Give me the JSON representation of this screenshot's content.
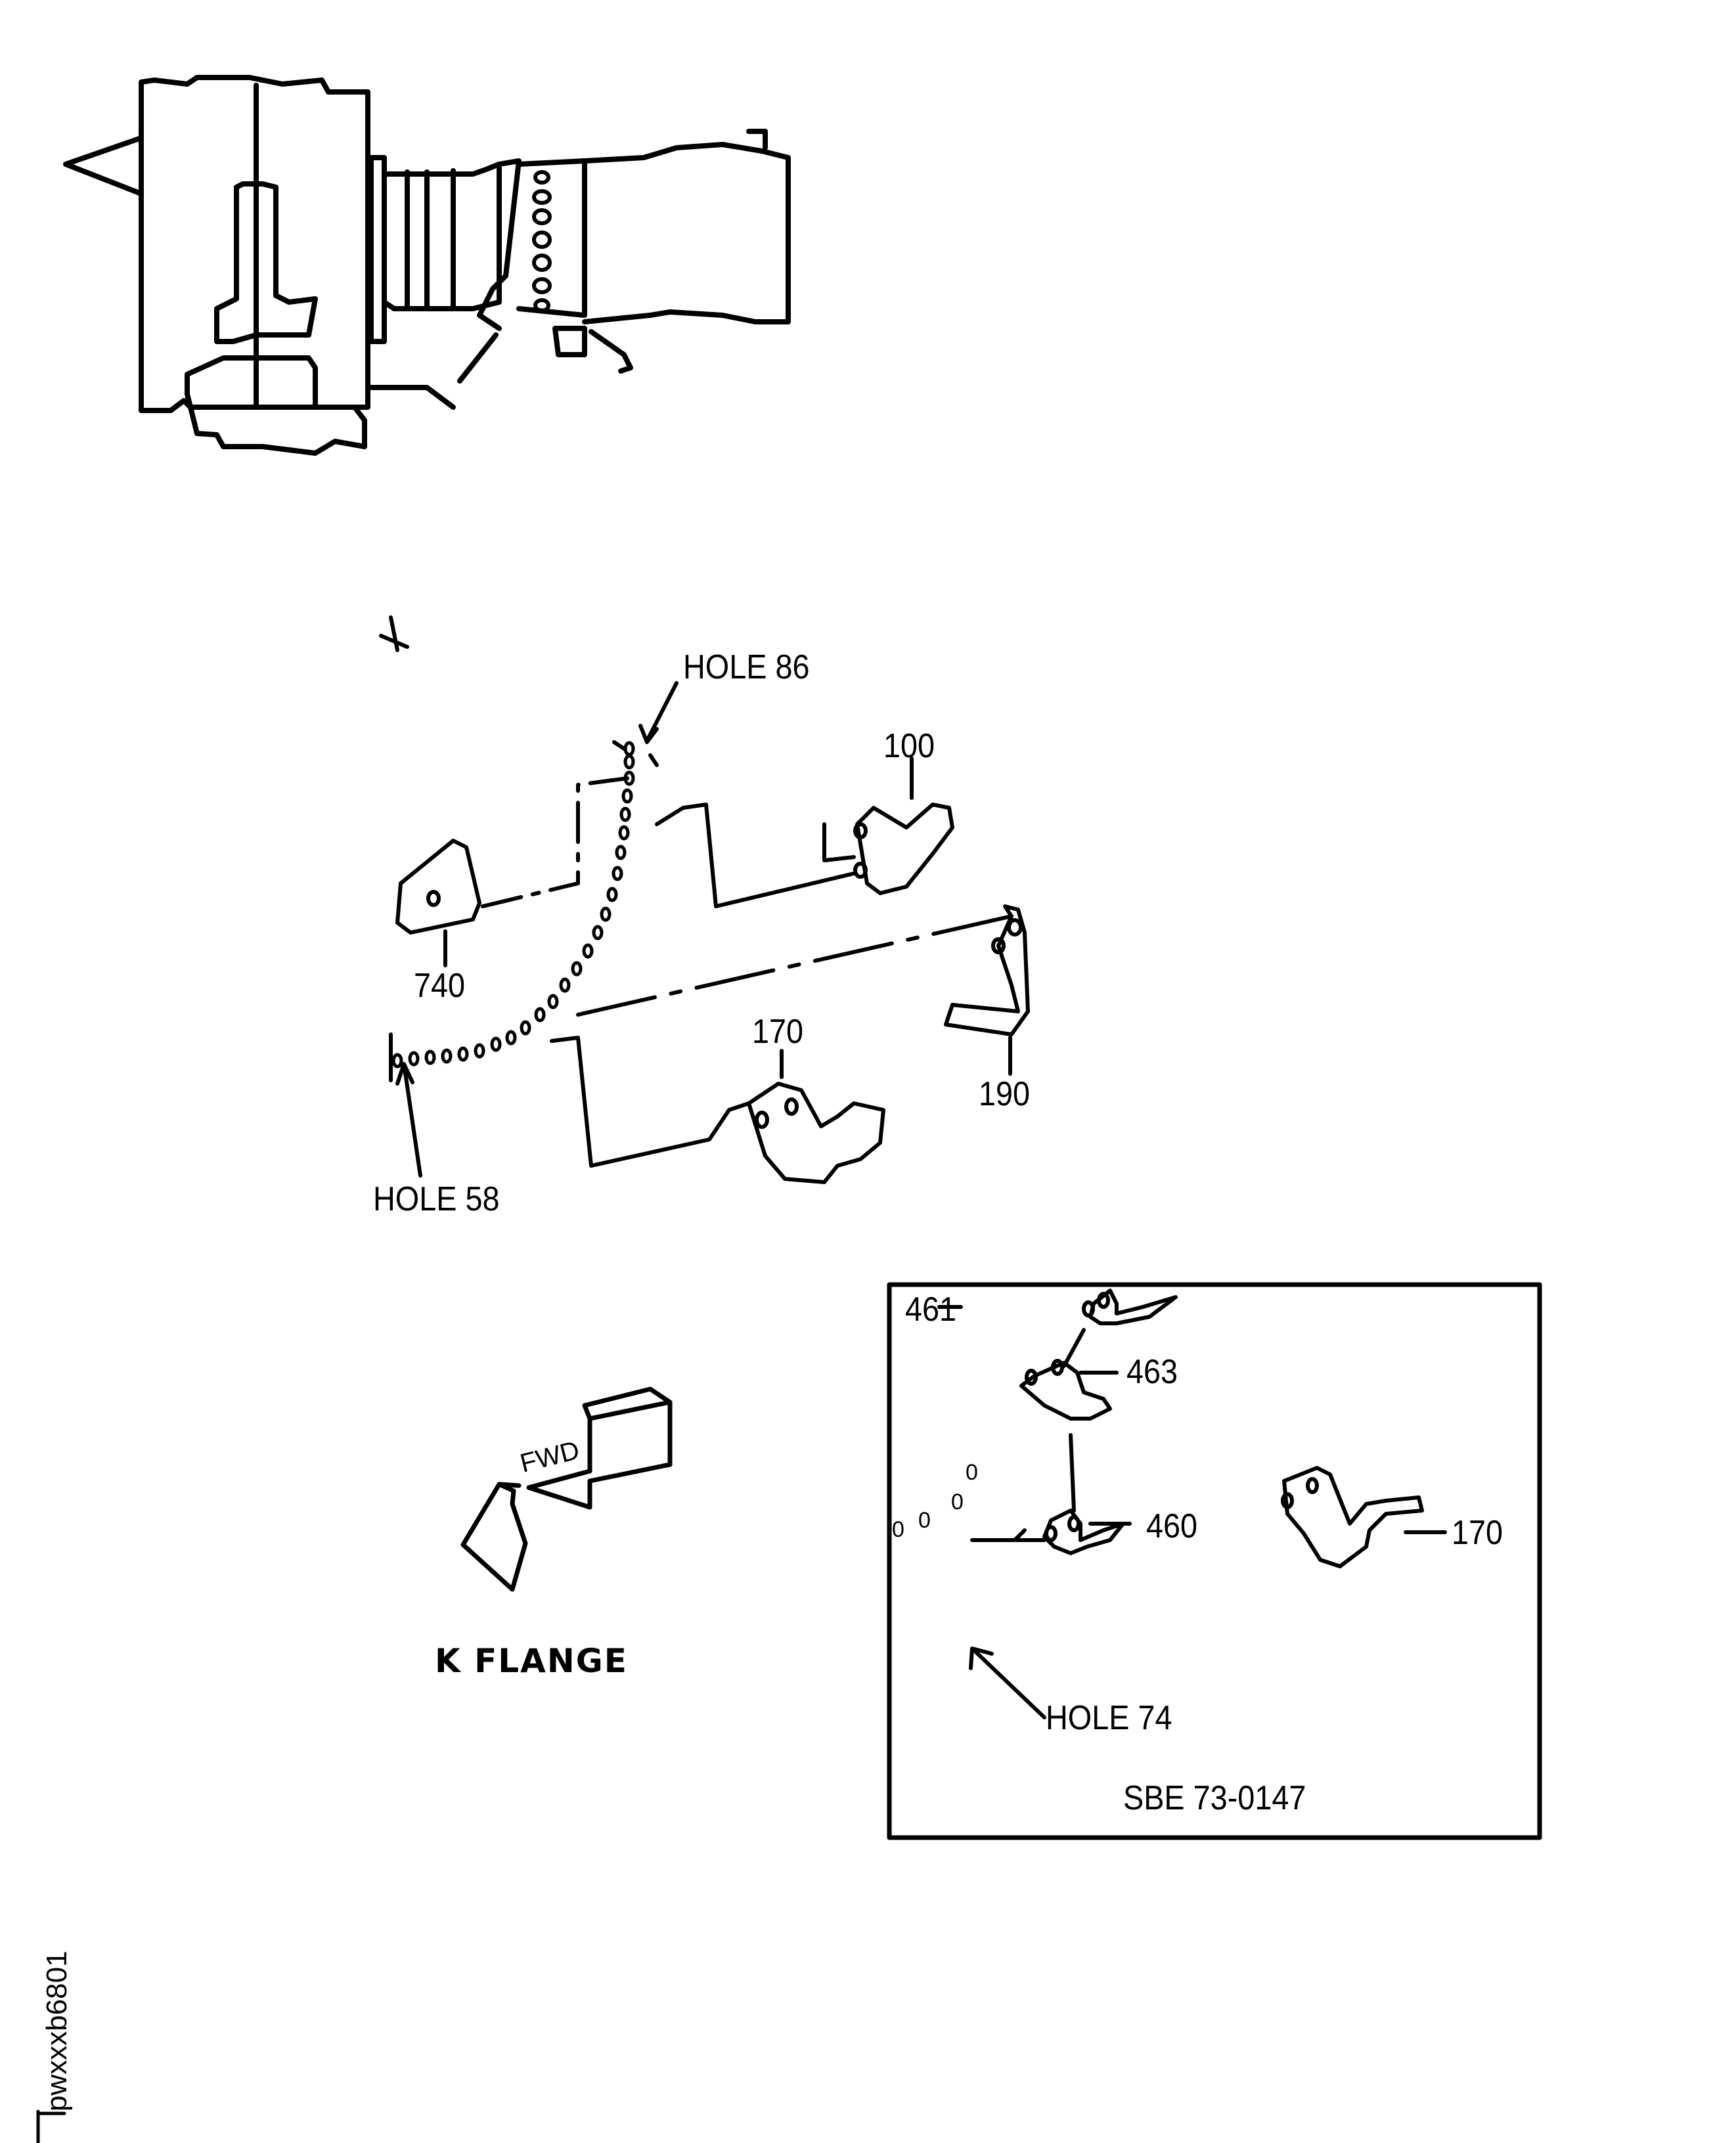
{
  "figure": {
    "identifier": "pwxxxb6801",
    "direction_arrow": {
      "text": "FWD",
      "caption": "K FLANGE"
    },
    "main_view": {
      "hole_callouts": [
        "HOLE 86",
        "HOLE 58"
      ],
      "item_callouts": [
        "100",
        "740",
        "170",
        "190"
      ]
    },
    "inset": {
      "title": "SBE 73-0147",
      "item_callouts": [
        "461",
        "463",
        "460",
        "170"
      ],
      "hole_callout": "HOLE 74",
      "hole_marks": [
        "0",
        "0",
        "0",
        "0"
      ]
    }
  },
  "colors": {
    "ink": "#000000",
    "paper": "#ffffff"
  }
}
